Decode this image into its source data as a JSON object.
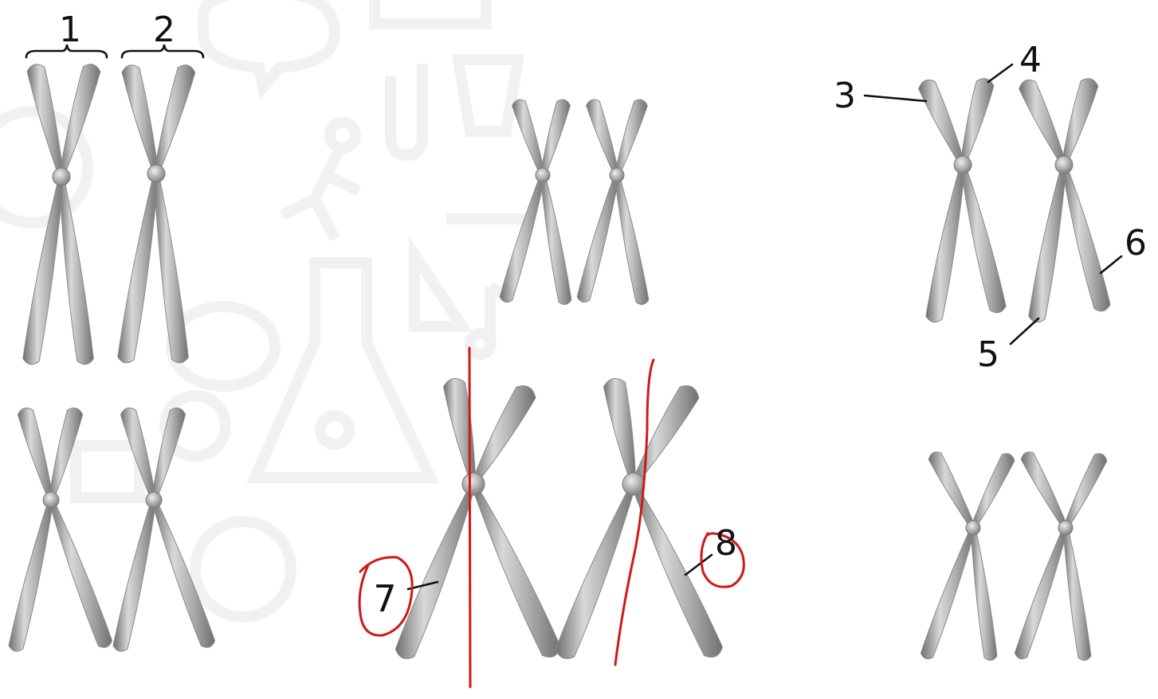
{
  "labels": {
    "l1": "1",
    "l2": "2",
    "l3": "3",
    "l4": "4",
    "l5": "5",
    "l6": "6",
    "l7": "7",
    "l8": "8"
  },
  "colors": {
    "chromosome_light": "#d8d8d8",
    "chromosome_mid": "#a6a6a6",
    "chromosome_dark": "#6e6e6e",
    "label_line": "#111111",
    "annotation_red": "#d0181b",
    "watermark": "#f1f1f1"
  },
  "icons": [
    "chat-bubble-icon",
    "envelope-icon",
    "paperclip-icon",
    "globe-icon",
    "microscope-icon",
    "running-person-icon",
    "flask-icon",
    "palette-icon",
    "triangle-ruler-icon",
    "music-note-icon",
    "gear-icon",
    "laptop-icon"
  ]
}
